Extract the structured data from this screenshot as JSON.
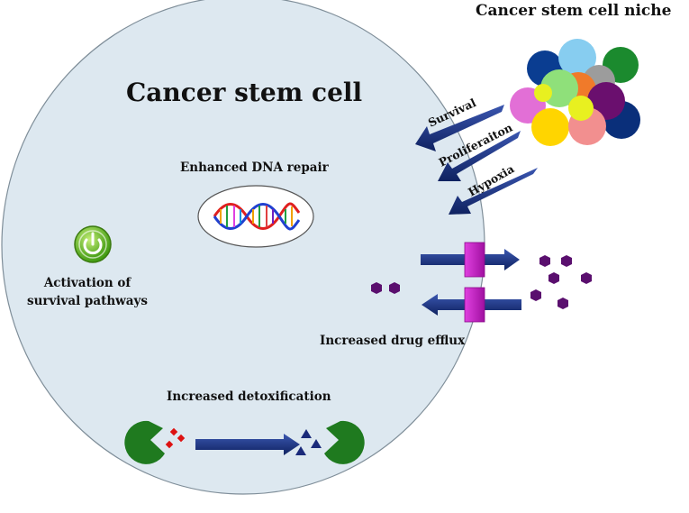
{
  "labels": {
    "niche_title": "Cancer stem cell niche",
    "cell_title": "Cancer stem cell",
    "dna_repair": "Enhanced DNA repair",
    "activation_line1": "Activation of",
    "activation_line2": "survival pathways",
    "drug_efflux": "Increased drug efflux",
    "detoxification": "Increased detoxification"
  },
  "niche_signals": [
    "Survival",
    "Proliferaiton",
    "Hypoxia"
  ],
  "colors": {
    "cell_fill": "#dde8f0",
    "cell_stroke": "#7a8a95",
    "arrow_blue": "#1b2f7a",
    "transporter_magenta": "#c018c0",
    "drug_purple": "#5a0f6e",
    "enzyme_green": "#1f7a1f",
    "toxin_red": "#dd1111",
    "metabolite_blue": "#1a2a7a",
    "power_icon_green": "#66bb1a"
  },
  "niche_cell_colors": [
    "#0a3d91",
    "#87cdf0",
    "#1b8a2e",
    "#9c9c9c",
    "#f07a2a",
    "#e26fd6",
    "#8fe07a",
    "#6a0f6e",
    "#ffd500",
    "#f28f8f",
    "#0a2f7a",
    "#e8f020"
  ]
}
